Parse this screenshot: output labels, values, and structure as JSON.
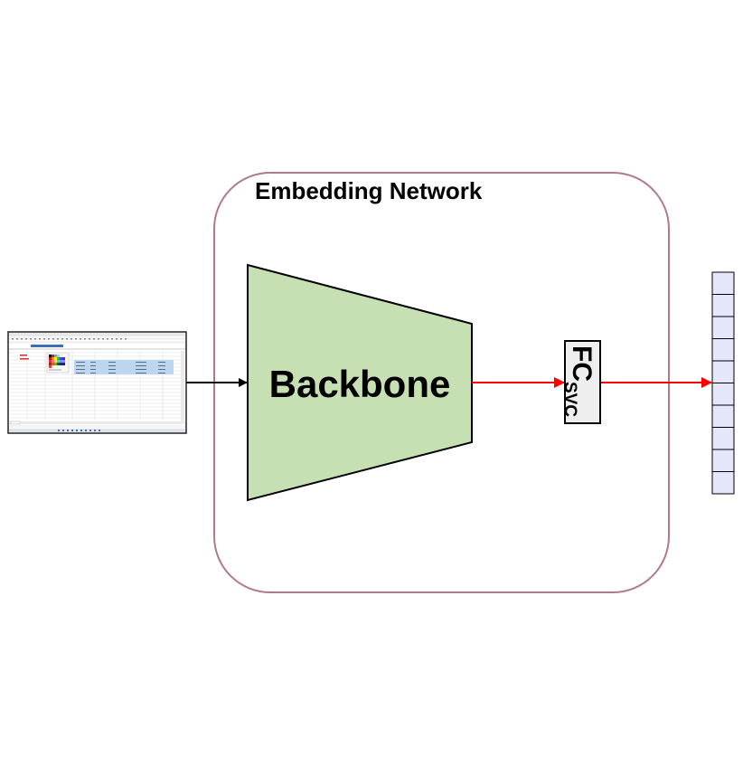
{
  "network": {
    "title": "Embedding Network"
  },
  "backbone": {
    "label": "Backbone"
  },
  "fc_layer": {
    "label": "FC",
    "subscript": "SVC"
  },
  "output_vector": {
    "cells": 10
  },
  "colors": {
    "network_border": "#b07a8e",
    "backbone_fill": "#c6dfb3",
    "arrow_black": "#000000",
    "arrow_red": "#ff0000",
    "vector_fill": "#e6e6fb",
    "fc_fill": "#eeeeee",
    "spreadsheet_header": "#3f6fb5",
    "spreadsheet_highlight": "#bcd6ef"
  }
}
